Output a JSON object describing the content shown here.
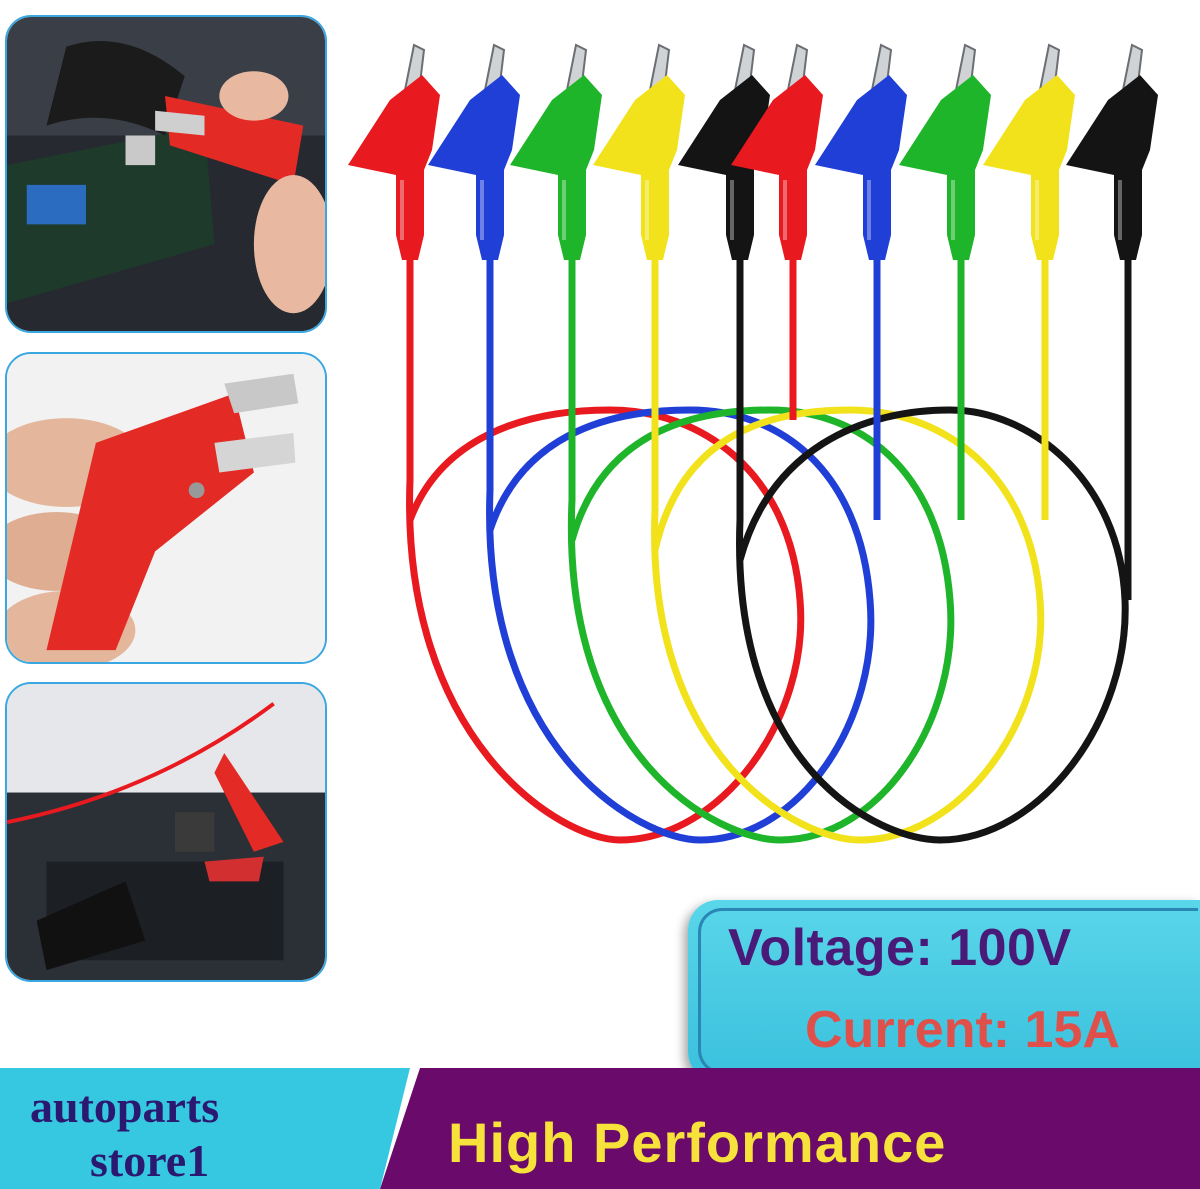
{
  "specs": {
    "voltage": "Voltage: 100V",
    "current": "Current: 15A"
  },
  "store": {
    "line1": "autoparts",
    "line2": "store1"
  },
  "headline": "High Performance",
  "colors": {
    "lead_colors": [
      "#e8191f",
      "#1f3fd6",
      "#1fb52a",
      "#f2e21c",
      "#141414"
    ],
    "spec_box": "#4bd0e6",
    "banner_cyan": "#35c8e0",
    "banner_purple": "#6a0a6a",
    "voltage_text": "#4a1a78",
    "current_text": "#e0504a",
    "headline_text": "#f6e23a"
  },
  "photos": [
    {
      "subject": "red clip on circuit board"
    },
    {
      "subject": "red clip close-up in fingers"
    },
    {
      "subject": "clips on car battery"
    }
  ]
}
